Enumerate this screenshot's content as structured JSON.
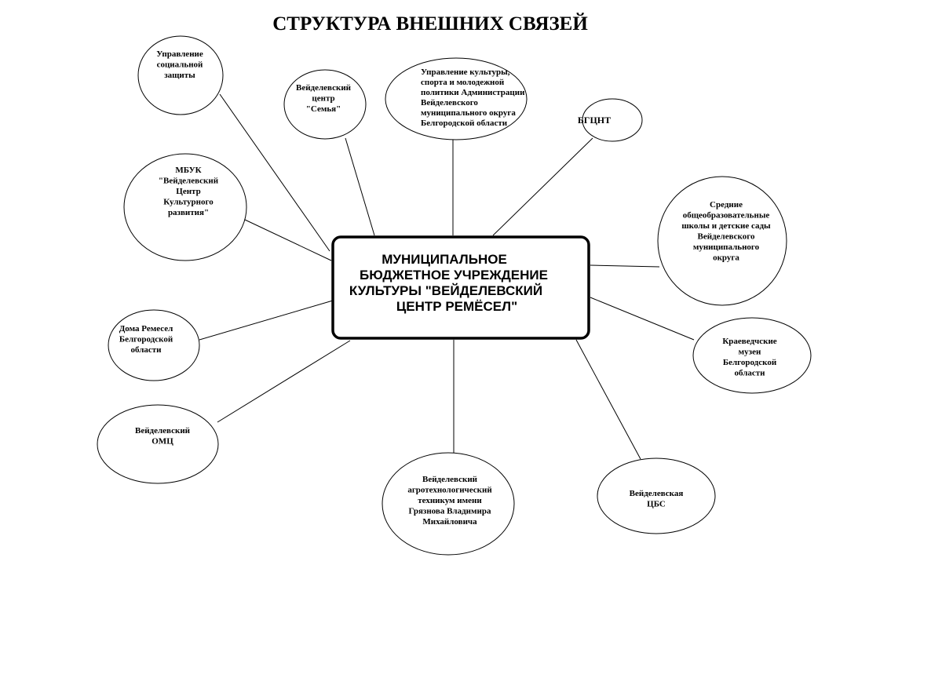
{
  "title": "СТРУКТУРА ВНЕШНИХ СВЯЗЕЙ",
  "center": {
    "lines": [
      "МУНИЦИПАЛЬНОЕ",
      "БЮДЖЕТНОЕ УЧРЕЖДЕНИЕ",
      "КУЛЬТУРЫ \"ВЕЙДЕЛЕВСКИЙ",
      "ЦЕНТР РЕМЁСЕЛ\""
    ]
  },
  "nodes": [
    {
      "id": "social-protection",
      "lines": [
        "Управление",
        "социальной",
        "защиты"
      ]
    },
    {
      "id": "family-center",
      "lines": [
        "Вейделевский",
        "центр",
        "\"Семья\""
      ]
    },
    {
      "id": "culture-department",
      "lines": [
        "Управление культуры,",
        "спорта и молодежной",
        "политики Администрации",
        "Вейделевского",
        "муниципального округа",
        "Белгородской области"
      ]
    },
    {
      "id": "bgcnt",
      "lines": [
        "БГЦНТ"
      ]
    },
    {
      "id": "mbuk",
      "lines": [
        "МБУК",
        "\"Вейделевский",
        "Центр",
        "Культурного",
        "развития\""
      ]
    },
    {
      "id": "schools",
      "lines": [
        "Средние",
        "общеобразовательные",
        "школы и детские сады",
        "Вейделевского",
        "муниципального",
        "округа"
      ]
    },
    {
      "id": "crafts-houses",
      "lines": [
        "Дома Ремесел",
        "Белгородской",
        "области"
      ]
    },
    {
      "id": "museums",
      "lines": [
        "Краеведчские",
        "музеи",
        "Белгородской",
        "области"
      ]
    },
    {
      "id": "omc",
      "lines": [
        "Вейделевский",
        "ОМЦ"
      ]
    },
    {
      "id": "college",
      "lines": [
        "Вейделевский",
        "агротехнологический",
        "техникум имени",
        "Грязнова Владимира",
        "Михайловича"
      ]
    },
    {
      "id": "cbs",
      "lines": [
        "Вейделевская",
        "ЦБС"
      ]
    }
  ]
}
